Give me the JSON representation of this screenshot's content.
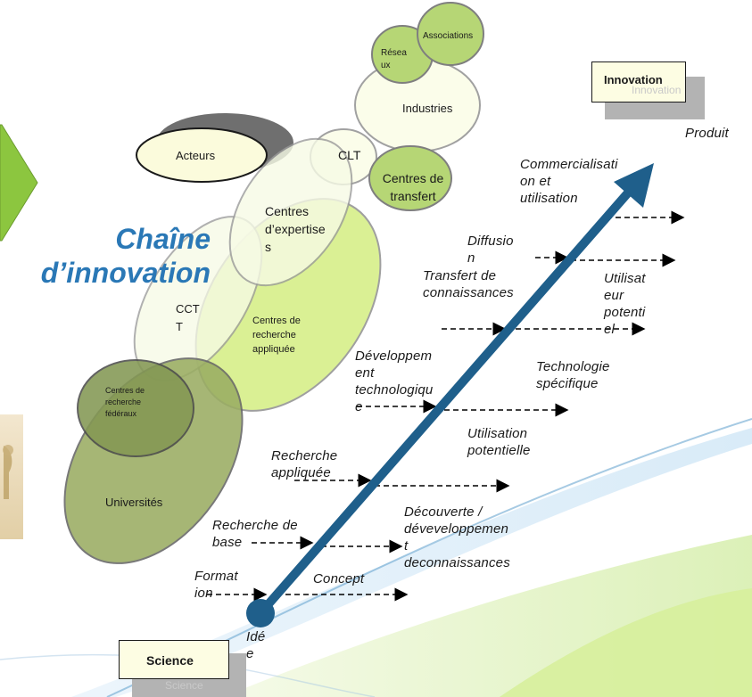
{
  "title_lines": [
    "Chaîne",
    "d’innovation"
  ],
  "colors": {
    "arrow": "#1f5f8b",
    "title": "#2a78b6",
    "accent_green": "#8cc63f",
    "swoosh_light": "#dff0c0"
  },
  "boxes": {
    "science": {
      "label": "Science",
      "shadow_label": "Science"
    },
    "innovation": {
      "label": "Innovation",
      "shadow_label": "Innovation"
    }
  },
  "actors": {
    "acteurs": "Acteurs",
    "associations": "Associations",
    "reseaux": [
      "Résea",
      "ux"
    ],
    "industries": "Industries",
    "clt": "CLT",
    "centres_transfert": [
      "Centres de",
      "transfert"
    ],
    "centres_expertise": [
      "Centres",
      "d’expertise",
      "s"
    ],
    "cctt": [
      "CCT",
      "T"
    ],
    "centres_recherche_appliquee": [
      "Centres de",
      "recherche",
      "appliquée"
    ],
    "centres_recherche_federaux": [
      "Centres de",
      "recherche",
      "fédéraux"
    ],
    "universites": "Universités"
  },
  "steps": {
    "produit": "Produit",
    "commercialisation": [
      "Commercialisati",
      "on et",
      "utilisation"
    ],
    "diffusion": [
      "Diffusio",
      "n"
    ],
    "transfert": [
      "Transfert de",
      "connaissances"
    ],
    "utilisateur": [
      "Utilisat",
      "eur",
      "potenti",
      "el"
    ],
    "technologie": [
      "Technologie",
      "spécifique"
    ],
    "developpement": [
      "Développem",
      "ent",
      "technologiqu",
      "e"
    ],
    "utilisation_potentielle": [
      "Utilisation",
      "potentielle"
    ],
    "recherche_appliquee": [
      "Recherche",
      "appliquée"
    ],
    "decouverte": [
      "Découverte /",
      "déveveloppemen",
      "t",
      "deconnaissances"
    ],
    "recherche_base": [
      "Recherche de",
      "base"
    ],
    "formation": [
      "Format",
      "ion"
    ],
    "concept": "Concept",
    "idee": [
      "Idé",
      "e"
    ]
  }
}
